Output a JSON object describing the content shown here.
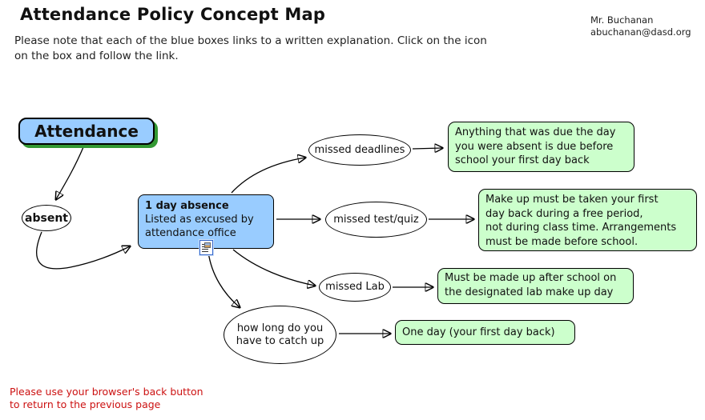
{
  "header": {
    "title": "Attendance Policy Concept Map",
    "subtitle_line1": "Please note that each of the blue boxes links to a written explanation. Click on the icon",
    "subtitle_line2": "on the box and follow the link.",
    "author": {
      "name": "Mr. Buchanan",
      "email": "abuchanan@dasd.org"
    }
  },
  "map": {
    "root": {
      "label": "Attendance"
    },
    "concepts": {
      "absent": {
        "label": "absent"
      },
      "one_day_absence": {
        "line1": "1 day absence",
        "line2": "Listed as excused by",
        "line3": "attendance office",
        "icon": "resource-link-icon"
      },
      "missed_deadlines": {
        "label": "missed deadlines"
      },
      "missed_test_quiz": {
        "label": "missed test/quiz"
      },
      "missed_lab": {
        "label": "missed Lab"
      },
      "how_long": {
        "line1": "how long do you",
        "line2": "have to catch up"
      }
    },
    "answers": {
      "deadlines": {
        "line1": "Anything that was due the day",
        "line2": "you were absent is due before",
        "line3": "school your first day back"
      },
      "test_quiz": {
        "line1": "Make up must be taken your first",
        "line2": "day back during a free period,",
        "line3": "not during class time. Arrangements",
        "line4": "must be made before school."
      },
      "lab": {
        "line1": "Must be made up after school on",
        "line2": "the designated lab make up day"
      },
      "catch_up": {
        "line1": "One day (your first day back)"
      }
    }
  },
  "footer": {
    "line1": "Please use your browser's back button",
    "line2": "to return to the previous page"
  },
  "colors": {
    "concept_blue": "#99CCFF",
    "answer_green": "#CCFFCC",
    "root_shadow_green": "#339933",
    "footer_red": "#CC1111",
    "line_black": "#000000"
  }
}
